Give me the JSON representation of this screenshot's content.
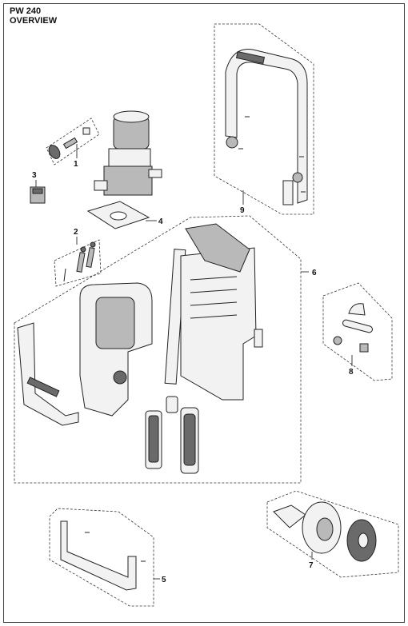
{
  "header": {
    "model": "PW 240",
    "section": "OVERVIEW"
  },
  "callouts": [
    {
      "id": "1",
      "label": "1"
    },
    {
      "id": "2",
      "label": "2"
    },
    {
      "id": "3",
      "label": "3"
    },
    {
      "id": "4",
      "label": "4"
    },
    {
      "id": "5",
      "label": "5"
    },
    {
      "id": "6",
      "label": "6"
    },
    {
      "id": "7",
      "label": "7"
    },
    {
      "id": "8",
      "label": "8"
    },
    {
      "id": "9",
      "label": "9"
    }
  ],
  "colors": {
    "line": "#222222",
    "dark_part": "#6a6a6a",
    "mid_part": "#b9b9b9",
    "light_part": "#f2f2f2"
  }
}
